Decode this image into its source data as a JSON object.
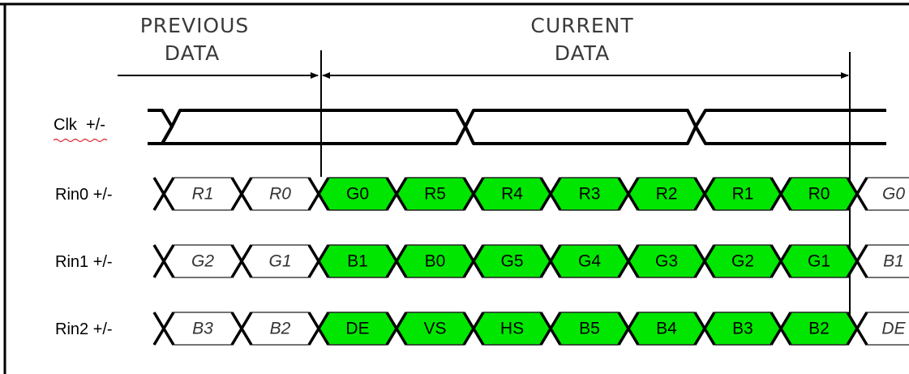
{
  "headers": {
    "previous_line1": "PREVIOUS",
    "previous_line2": "DATA",
    "current_line1": "CURRENT",
    "current_line2": "DATA"
  },
  "clock_label": "Clk  +/-",
  "colors": {
    "current_fill": "#00e600",
    "stroke": "#000000",
    "prev_text": "#333333"
  },
  "signals": [
    {
      "label": "Rin0 +/-",
      "prev": [
        "R1",
        "R0"
      ],
      "current": [
        "G0",
        "R5",
        "R4",
        "R3",
        "R2",
        "R1",
        "R0"
      ],
      "next": "G0"
    },
    {
      "label": "Rin1 +/-",
      "prev": [
        "G2",
        "G1"
      ],
      "current": [
        "B1",
        "B0",
        "G5",
        "G4",
        "G3",
        "G2",
        "G1"
      ],
      "next": "B1"
    },
    {
      "label": "Rin2 +/-",
      "prev": [
        "B3",
        "B2"
      ],
      "current": [
        "DE",
        "VS",
        "HS",
        "B5",
        "B4",
        "B3",
        "B2"
      ],
      "next": "DE"
    }
  ]
}
